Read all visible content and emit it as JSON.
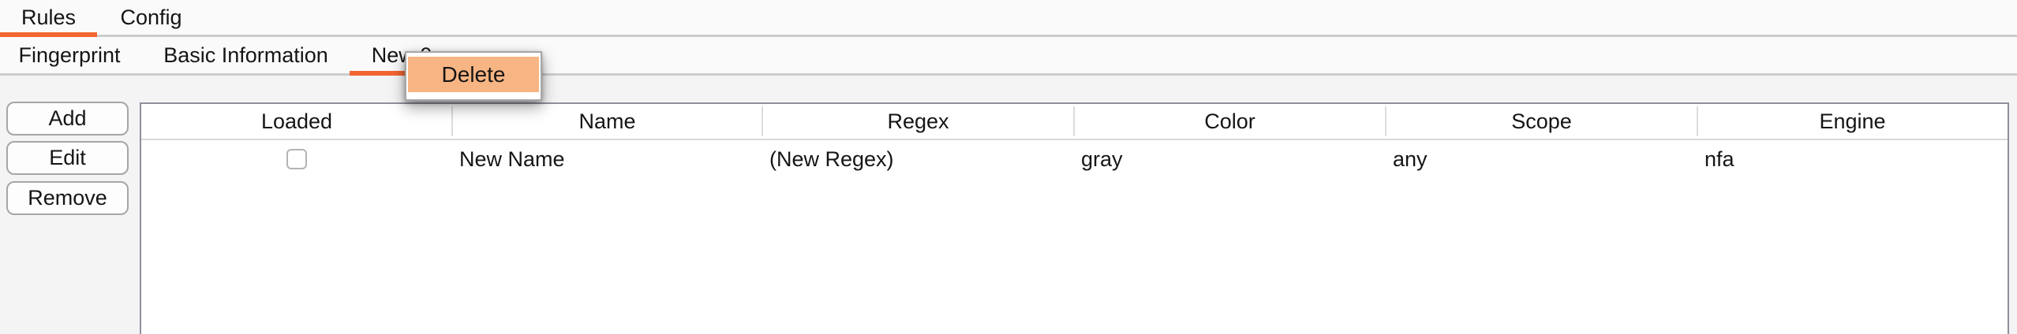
{
  "colors": {
    "accent_orange": "#f26532",
    "menu_highlight_peach": "#f8b584",
    "tabline_gray": "#cccccc",
    "table_border": "#90909c"
  },
  "tabs_primary": [
    {
      "label": "Rules",
      "active": true
    },
    {
      "label": "Config",
      "active": false
    }
  ],
  "tabs_secondary": [
    {
      "label": "Fingerprint",
      "active": false
    },
    {
      "label": "Basic Information",
      "active": false
    },
    {
      "label": "New 0",
      "active": true
    }
  ],
  "context_menu": {
    "items": [
      {
        "label": "Delete",
        "highlighted": true
      }
    ]
  },
  "buttons": {
    "add": "Add",
    "edit": "Edit",
    "remove": "Remove"
  },
  "table": {
    "columns": [
      {
        "label": "Loaded"
      },
      {
        "label": "Name"
      },
      {
        "label": "Regex"
      },
      {
        "label": "Color"
      },
      {
        "label": "Scope"
      },
      {
        "label": "Engine"
      }
    ],
    "rows": [
      {
        "loaded_checked": false,
        "name": "New Name",
        "regex": "(New Regex)",
        "color": "gray",
        "scope": "any",
        "engine": "nfa"
      }
    ]
  }
}
